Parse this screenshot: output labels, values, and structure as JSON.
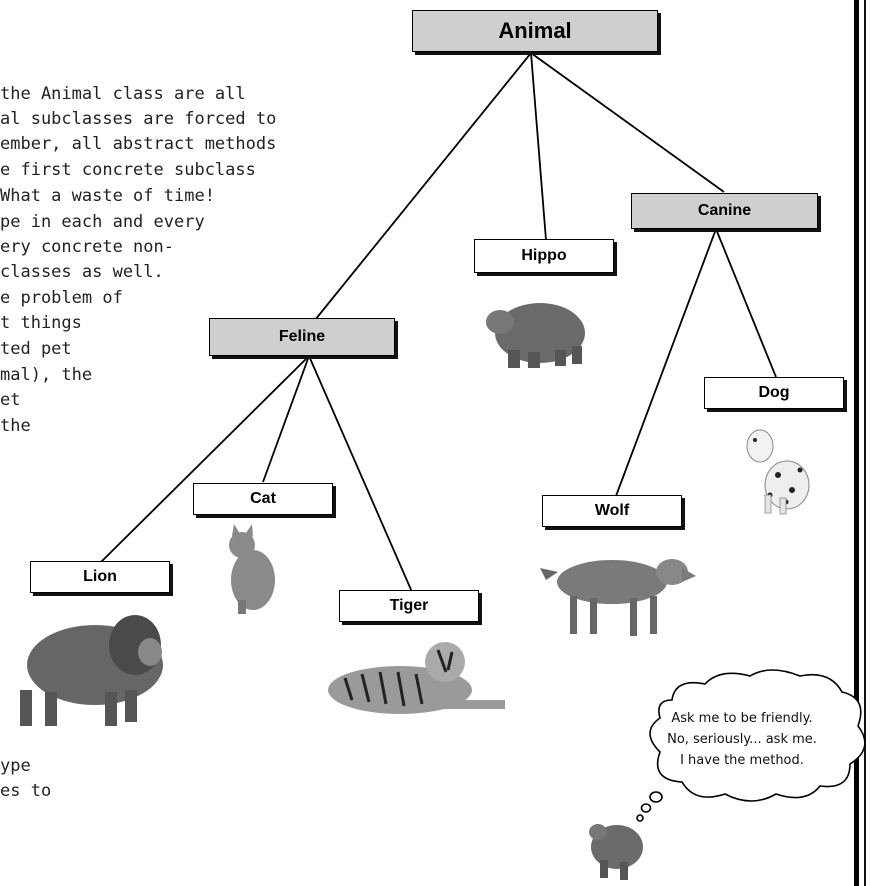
{
  "background_text": [
    "the Animal class are all",
    "al subclasses are forced to",
    "ember, all abstract methods",
    "e first concrete subclass",
    "What a waste of time!",
    "pe in each and every",
    "ery concrete non-",
    "classes as well.",
    "e problem of",
    "t things",
    "ted pet",
    "mal), the",
    "et",
    " the",
    "ype",
    "es to"
  ],
  "nodes": {
    "animal": "Animal",
    "canine": "Canine",
    "hippo": "Hippo",
    "feline": "Feline",
    "dog": "Dog",
    "cat": "Cat",
    "wolf": "Wolf",
    "lion": "Lion",
    "tiger": "Tiger"
  },
  "thought_bubble": {
    "lines": [
      "Ask me to be friendly.",
      "No, seriously... ask me.",
      "I have the method."
    ]
  },
  "icons": [
    "hippo-image",
    "dog-image",
    "cat-image",
    "wolf-image",
    "lion-image",
    "tiger-image",
    "small-hippo-image",
    "thought-bubble"
  ],
  "colors": {
    "superclass_box": "#cfcfcf",
    "subclass_box": "#ffffff",
    "line": "#000000"
  }
}
